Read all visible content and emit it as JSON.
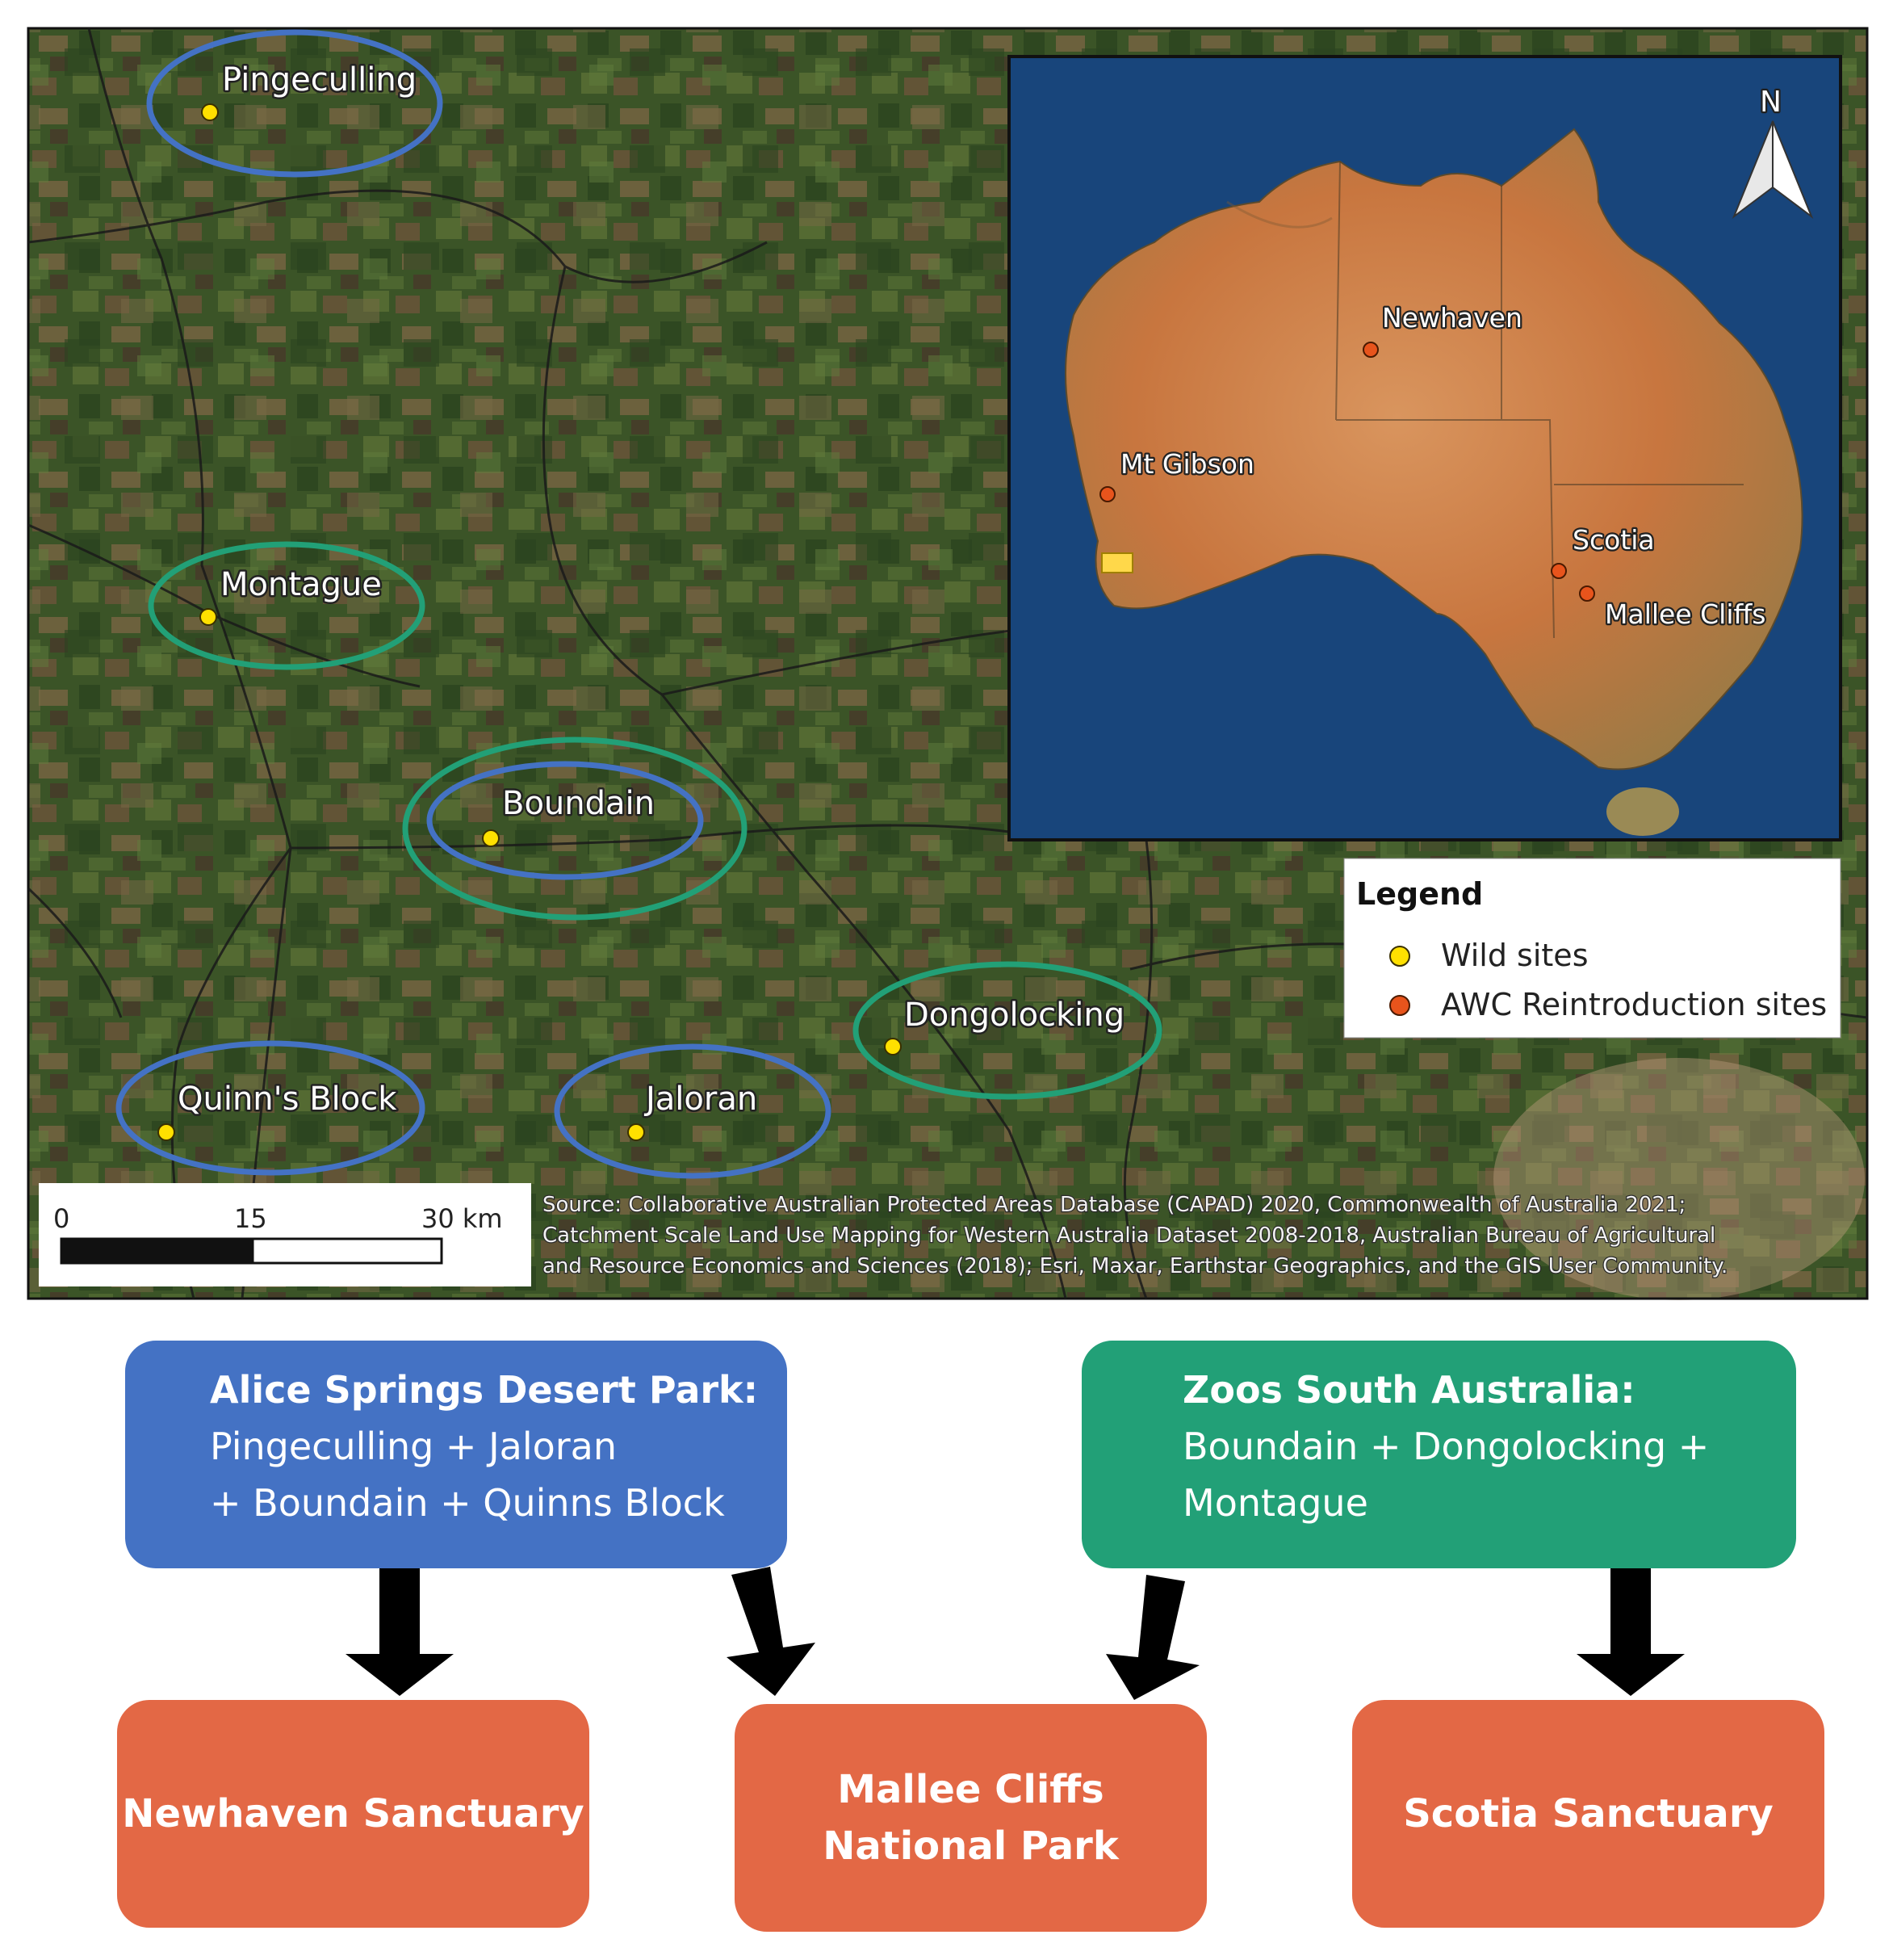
{
  "map": {
    "wild_sites": [
      {
        "name": "Pingeculling",
        "group": "asdp"
      },
      {
        "name": "Montague",
        "group": "zsa"
      },
      {
        "name": "Boundain",
        "group": "both"
      },
      {
        "name": "Dongolocking",
        "group": "zsa"
      },
      {
        "name": "Quinn's Block",
        "group": "asdp"
      },
      {
        "name": "Jaloran",
        "group": "asdp"
      }
    ],
    "inset": {
      "north_label": "N",
      "sites": [
        {
          "name": "Newhaven"
        },
        {
          "name": "Mt Gibson"
        },
        {
          "name": "Scotia"
        },
        {
          "name": "Mallee Cliffs"
        }
      ]
    },
    "legend": {
      "title": "Legend",
      "items": [
        {
          "label": "Wild sites",
          "color": "#ffe000"
        },
        {
          "label": "AWC Reintroduction sites",
          "color": "#e8541c"
        }
      ]
    },
    "scale_bar": {
      "ticks": [
        "0",
        "15",
        "30 km"
      ]
    },
    "source_lines": [
      "Source: Collaborative Australian Protected Areas Database (CAPAD) 2020, Commonwealth of Australia 2021;",
      "Catchment Scale Land Use Mapping for Western Australia Dataset 2008-2018, Australian Bureau of Agricultural",
      "and Resource Economics and Sciences (2018); Esri, Maxar, Earthstar Geographics, and the GIS User Community."
    ],
    "colors": {
      "asdp_ring": "#4472c4",
      "zsa_ring": "#22a077",
      "wild_dot": "#ffe000",
      "awc_dot": "#e8541c"
    }
  },
  "flow": {
    "asdp": {
      "title": "Alice Springs Desert Park:",
      "lines": [
        "Pingeculling + Jaloran",
        "+ Boundain + Quinns Block"
      ]
    },
    "zsa": {
      "title": "Zoos South Australia:",
      "lines": [
        "Boundain + Dongolocking +",
        "Montague"
      ]
    },
    "sanctuaries": {
      "newhaven": [
        "Newhaven Sanctuary"
      ],
      "mallee": [
        "Mallee Cliffs",
        "National Park"
      ],
      "scotia": [
        "Scotia Sanctuary"
      ]
    },
    "colors": {
      "asdp": "#4472c4",
      "zsa": "#22a077",
      "sanctuary": "#e36845"
    }
  }
}
